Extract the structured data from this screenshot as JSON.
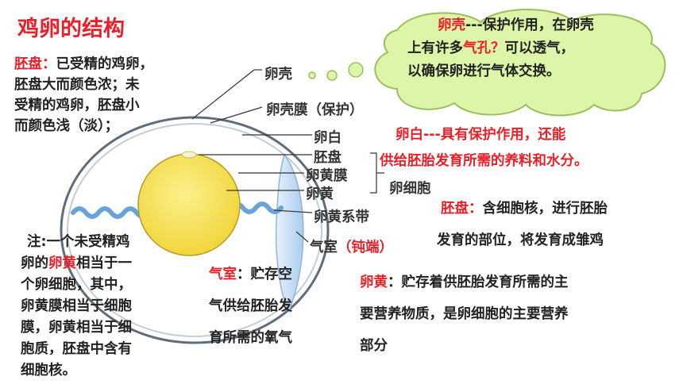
{
  "title": "鸡卵的结构",
  "left_note": {
    "term": "胚盘：",
    "line1": "已受精的鸡卵，",
    "line2": "胚盘大而颜色浓；未",
    "line3": "受精的鸡卵，胚盘小",
    "line4": "而颜色浅（淡）；"
  },
  "note2": {
    "line1": "注:一个未受精鸡",
    "line2a": "卵的",
    "line2b": "卵黄",
    "line2c": "相当于一",
    "line3": "个卵细胞，其中，",
    "line4": "卵黄膜相当于细胞",
    "line5": "膜，卵黄相当于细",
    "line6": "胞质，胚盘中含有",
    "line7": "细胞核。"
  },
  "labels": {
    "shell": "卵壳",
    "shell_membrane": "卵壳膜（保护）",
    "albumen": "卵白",
    "blastodisc": "胚盘",
    "yolk_membrane": "卵黄膜",
    "yolk": "卵黄",
    "egg_cell": "卵细胞",
    "chalaza": "卵黄系带",
    "air_cell": "气室",
    "air_cell_note": "（钝端）"
  },
  "cloud": {
    "term": "卵壳",
    "line1_rest": "---保护作用，在卵壳",
    "line2a": "上有许多",
    "line2b": "气孔？",
    "line2c": "可以透气，",
    "line3": "以确保卵进行气体交换。"
  },
  "albumen_note": {
    "line1": "卵白---具有保护作用，还能",
    "line2": "供给胚胎发育所需的养料和水分。"
  },
  "blastodisc_note": {
    "term": "胚盘：",
    "line1_rest": "含细胞核，进行胚胎",
    "line2": "发育的部位，将发育成雏鸡"
  },
  "aircell_note": {
    "term": "气室",
    "line1_rest": "：贮存空",
    "line2": "气供给胚胎发",
    "line3": "育所需的氧气"
  },
  "yolk_note": {
    "term": "卵黄",
    "line1_rest": "：贮存着供胚胎发育所需的主",
    "line2": "要营养物质，是卵细胞的主要营养",
    "line3": "部分"
  },
  "colors": {
    "accent_red": "#e8202a",
    "cloud_fill": "#ddf5a8",
    "yolk_fill": "#f6e35a",
    "air_cell_fill": "#bcd9f2"
  }
}
